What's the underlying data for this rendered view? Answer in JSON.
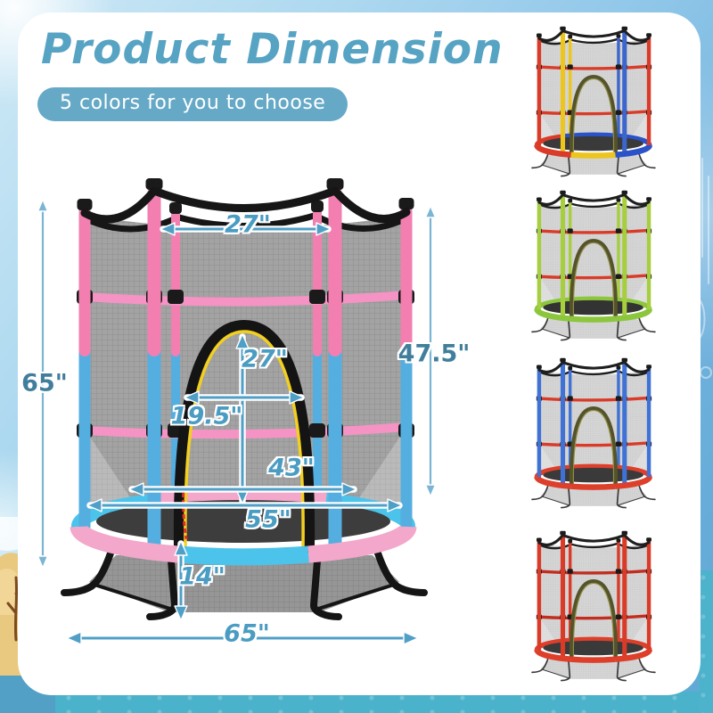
{
  "header": {
    "title": "Product Dimension",
    "badge": "5 colors for you to choose"
  },
  "dimensions": {
    "top_opening": "27\"",
    "overall_height": "65\"",
    "enclosure_height": "47.5\"",
    "door_height": "27\"",
    "door_width": "19.5\"",
    "mat_diameter": "43\"",
    "pad_diameter": "55\"",
    "ground_clearance": "14\"",
    "base_width": "65\""
  },
  "colors": {
    "title_text": "#57a3c3",
    "badge_background": "#66a9c7",
    "badge_text": "#ffffff",
    "dimension_arrow": "#4f9fc7",
    "side_arrow": "#7ab5d4",
    "dimension_text": "#4a9cc2",
    "card_background": "#ffffff",
    "sky_background": "#8fc6e8",
    "water_background": "#4ab2cb"
  },
  "main_trampoline": {
    "name": "pink-blue",
    "palette": {
      "poles": [
        {
          "t": "#f37fb0",
          "b": "#55aee0"
        },
        {
          "t": "#f37fb0",
          "b": "#55aee0"
        },
        {
          "t": "#f37fb0",
          "b": "#55aee0"
        },
        {
          "t": "#f37fb0",
          "b": "#55aee0"
        },
        {
          "t": "#f37fb0",
          "b": "#55aee0"
        },
        {
          "t": "#f37fb0",
          "b": "#55aee0"
        }
      ],
      "rail": "#f593c4",
      "topRail": "#161616",
      "archOuter": "#141414",
      "archInner": "#f3cf1f",
      "zipper": "#e23026",
      "padBack": [
        "#4cc3ea",
        "#f2a7cb",
        "#4cc3ea"
      ],
      "padFront": [
        "#f2a7cb",
        "#4cc3ea",
        "#f2a7cb"
      ],
      "mat": "#3d3d3d",
      "mesh": "#9b9b9b",
      "meshOp": 0.92,
      "skirt": "#8d8d8d",
      "frame": "#151515",
      "frameW": 8
    }
  },
  "variants": [
    {
      "name": "multicolor",
      "palette": {
        "poles": [
          "#d93b28",
          "#ecc51e",
          "#ecc51e",
          "#3c66cc",
          "#3c66cc",
          "#d93b28"
        ],
        "rail": "#d93b28",
        "topRail": "#1e1e1e",
        "archOuter": "#55532a",
        "archInner": "#8f8d46",
        "zipper": null,
        "padBack": [
          "#d93b28",
          "#2b52c8",
          "#2b52c8"
        ],
        "padFront": [
          "#d93b28",
          "#ecc51e",
          "#2b52c8"
        ],
        "mat": "#3a3a3a",
        "mesh": "#c9c9c9",
        "meshOp": 0.75,
        "skirt": "#d4d4d4",
        "frame": "#3a3a3a",
        "frameW": 5
      }
    },
    {
      "name": "green",
      "palette": {
        "poles": [
          "#a6ce3e",
          "#a6ce3e",
          "#a6ce3e",
          "#a6ce3e",
          "#a6ce3e",
          "#a6ce3e"
        ],
        "rail": "#d93b28",
        "topRail": "#1e1e1e",
        "archOuter": "#55532a",
        "archInner": "#8f8d46",
        "zipper": null,
        "padBack": [
          "#8cc63d",
          "#8cc63d",
          "#8cc63d"
        ],
        "padFront": [
          "#8cc63d",
          "#8cc63d",
          "#8cc63d"
        ],
        "mat": "#333333",
        "mesh": "#c9c9c9",
        "meshOp": 0.75,
        "skirt": "#d4d4d4",
        "frame": "#3a3a3a",
        "frameW": 5
      }
    },
    {
      "name": "blue",
      "palette": {
        "poles": [
          "#3f72d4",
          "#3f72d4",
          "#3f72d4",
          "#3f72d4",
          "#3f72d4",
          "#3f72d4"
        ],
        "rail": "#d93b28",
        "topRail": "#1e1e1e",
        "archOuter": "#55532a",
        "archInner": "#8f8d46",
        "zipper": null,
        "padBack": [
          "#dd3f2b",
          "#dd3f2b",
          "#dd3f2b"
        ],
        "padFront": [
          "#dd3f2b",
          "#dd3f2b",
          "#dd3f2b"
        ],
        "mat": "#3a3a3a",
        "mesh": "#c9c9c9",
        "meshOp": 0.75,
        "skirt": "#d4d4d4",
        "frame": "#3a3a3a",
        "frameW": 5
      }
    },
    {
      "name": "red",
      "palette": {
        "poles": [
          "#d93b28",
          "#d93b28",
          "#d93b28",
          "#d93b28",
          "#d93b28",
          "#d93b28"
        ],
        "rail": "#c22d20",
        "topRail": "#1e1e1e",
        "archOuter": "#55532a",
        "archInner": "#8f8d46",
        "zipper": null,
        "padBack": [
          "#dd3f2b",
          "#dd3f2b",
          "#dd3f2b"
        ],
        "padFront": [
          "#dd3f2b",
          "#dd3f2b",
          "#dd3f2b"
        ],
        "mat": "#3a3a3a",
        "mesh": "#c9c9c9",
        "meshOp": 0.75,
        "skirt": "#d4d4d4",
        "frame": "#3a3a3a",
        "frameW": 5
      }
    }
  ]
}
